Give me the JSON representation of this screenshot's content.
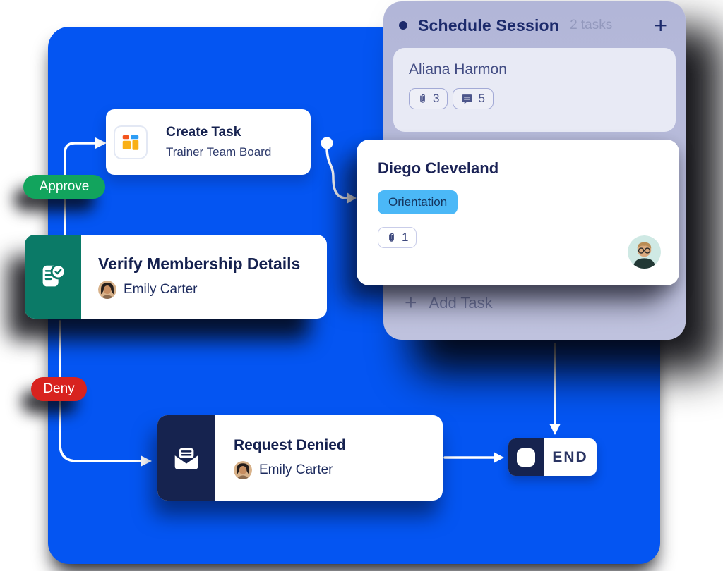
{
  "board": {
    "title": "Schedule Session",
    "task_count": "2 tasks",
    "add_button": "+",
    "cards": [
      {
        "name": "Aliana Harmon",
        "attachments": "3",
        "comments": "5"
      },
      {
        "name": "Diego Cleveland",
        "tag": "Orientation",
        "attachments": "1"
      }
    ],
    "add_task": {
      "icon": "+",
      "label": "Add Task"
    }
  },
  "nodes": {
    "create_task": {
      "title": "Create Task",
      "subtitle": "Trainer Team Board"
    },
    "verify": {
      "title": "Verify Membership Details",
      "assignee": "Emily Carter"
    },
    "request_denied": {
      "title": "Request Denied",
      "assignee": "Emily Carter"
    },
    "end": {
      "label": "END"
    }
  },
  "edges": {
    "approve": "Approve",
    "deny": "Deny"
  },
  "colors": {
    "panel_blue": "#0455F2",
    "column_lavender": "#B6BADB",
    "card_lavender": "#E8EAF5",
    "approve_green": "#12A45D",
    "deny_red": "#D8231F",
    "verify_teal": "#0B7A67",
    "navy": "#16234F",
    "tag_blue": "#4BB8F7",
    "title_navy": "#1C2A6B"
  }
}
